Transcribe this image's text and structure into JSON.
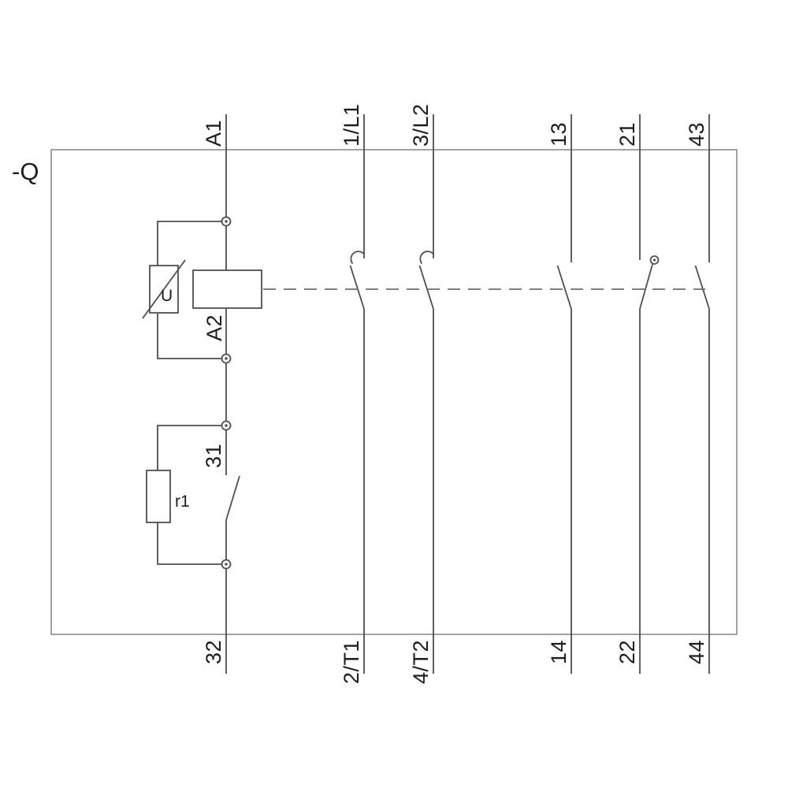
{
  "designation": "-Q",
  "terminals_top": [
    "A1",
    "1/L1",
    "3/L2",
    "13",
    "21",
    "43"
  ],
  "terminals_bottom": [
    "32",
    "2/T1",
    "4/T2",
    "14",
    "22",
    "44"
  ],
  "internal_labels": {
    "coil_exit": "A2",
    "suppressor": "U",
    "resistor": "r1",
    "aux_nc_top": "31"
  },
  "colors": {
    "line": "#4e4e4e",
    "border": "#8c8c8c",
    "text": "#1c1c1c",
    "link": "#6e6e6e",
    "background": "#ffffff"
  }
}
